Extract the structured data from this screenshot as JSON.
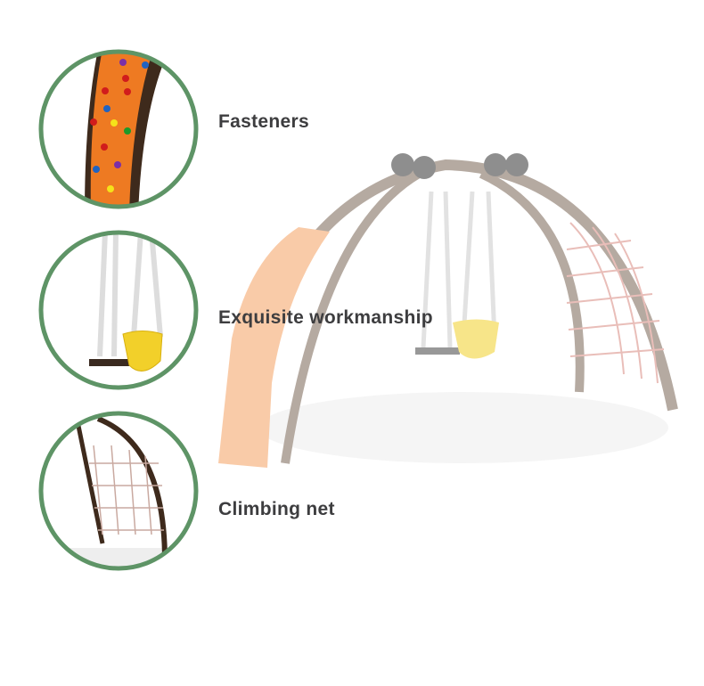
{
  "features": [
    {
      "label": "Fasteners",
      "icon": "climbing-wall-detail"
    },
    {
      "label": "Exquisite workmanship",
      "icon": "bucket-swing-detail"
    },
    {
      "label": "Climbing net",
      "icon": "climbing-net-detail"
    }
  ],
  "colors": {
    "ring": "#5e9466",
    "text": "#3d3d3f",
    "wall": "#ee7a22",
    "frame": "#4a3526",
    "seat": "#f2d02a"
  }
}
